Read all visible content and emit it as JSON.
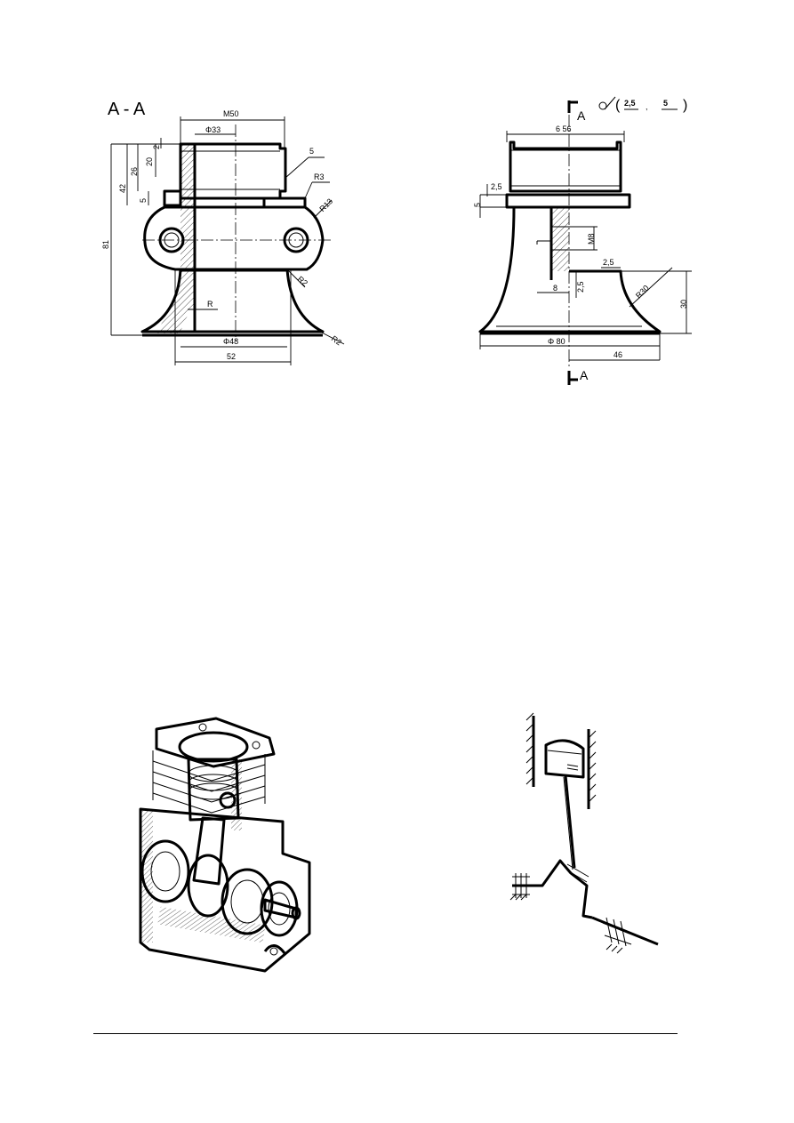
{
  "section_view": {
    "title": "A - A",
    "dims": {
      "m50": "M50",
      "phi33": "Φ33",
      "roughness_top": "5",
      "r3": "R3",
      "r13": "R13",
      "r2_upper": "R2",
      "r": "R",
      "r2_lower": "R2",
      "phi48": "Φ48",
      "d52": "52",
      "d2": "2",
      "d20": "20",
      "d26": "26",
      "d42": "42",
      "d5": "5",
      "d81": "81"
    }
  },
  "front_view": {
    "section_mark_top": "A",
    "section_mark_bottom": "A",
    "roughness_note": {
      "main": "",
      "v1": "2,5",
      "sep": ",",
      "v2": "5"
    },
    "dims": {
      "d6_56": "6 56",
      "d2_5_left": "2,5",
      "d5": "5",
      "m8": "M8",
      "d2_5_right": "2,5",
      "d8": "8",
      "d2_5_small": "2,5",
      "r30": "R30",
      "d30": "30",
      "phi80": "Φ 80",
      "d46": "46"
    }
  },
  "illustrations": {
    "cutaway": "engine-cutaway",
    "kinematic": "crank-slider-scheme"
  }
}
